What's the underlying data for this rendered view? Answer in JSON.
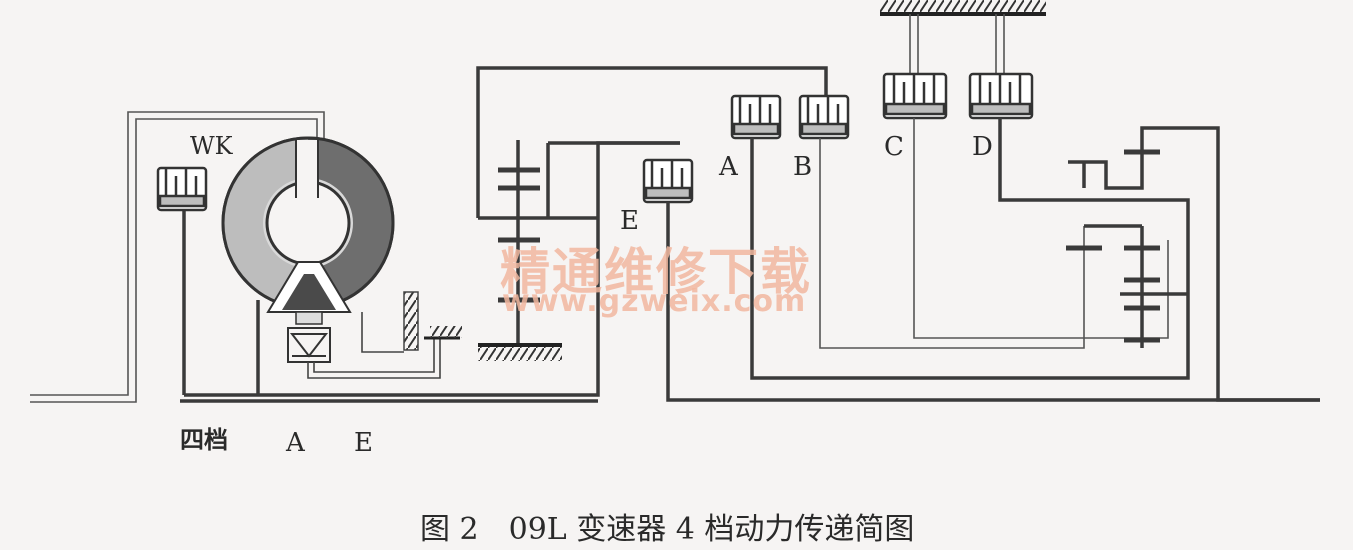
{
  "labels": {
    "wk": "WK",
    "clutch_a": "A",
    "clutch_b": "B",
    "brake_c": "C",
    "brake_d": "D",
    "clutch_e": "E",
    "gear": "四档",
    "bottom_a": "A",
    "bottom_e": "E"
  },
  "watermark": {
    "line1": "精通维修下载",
    "line2": "www.gzweix.com"
  },
  "caption": "图 2　09L 变速器 4 档动力传递简图"
}
